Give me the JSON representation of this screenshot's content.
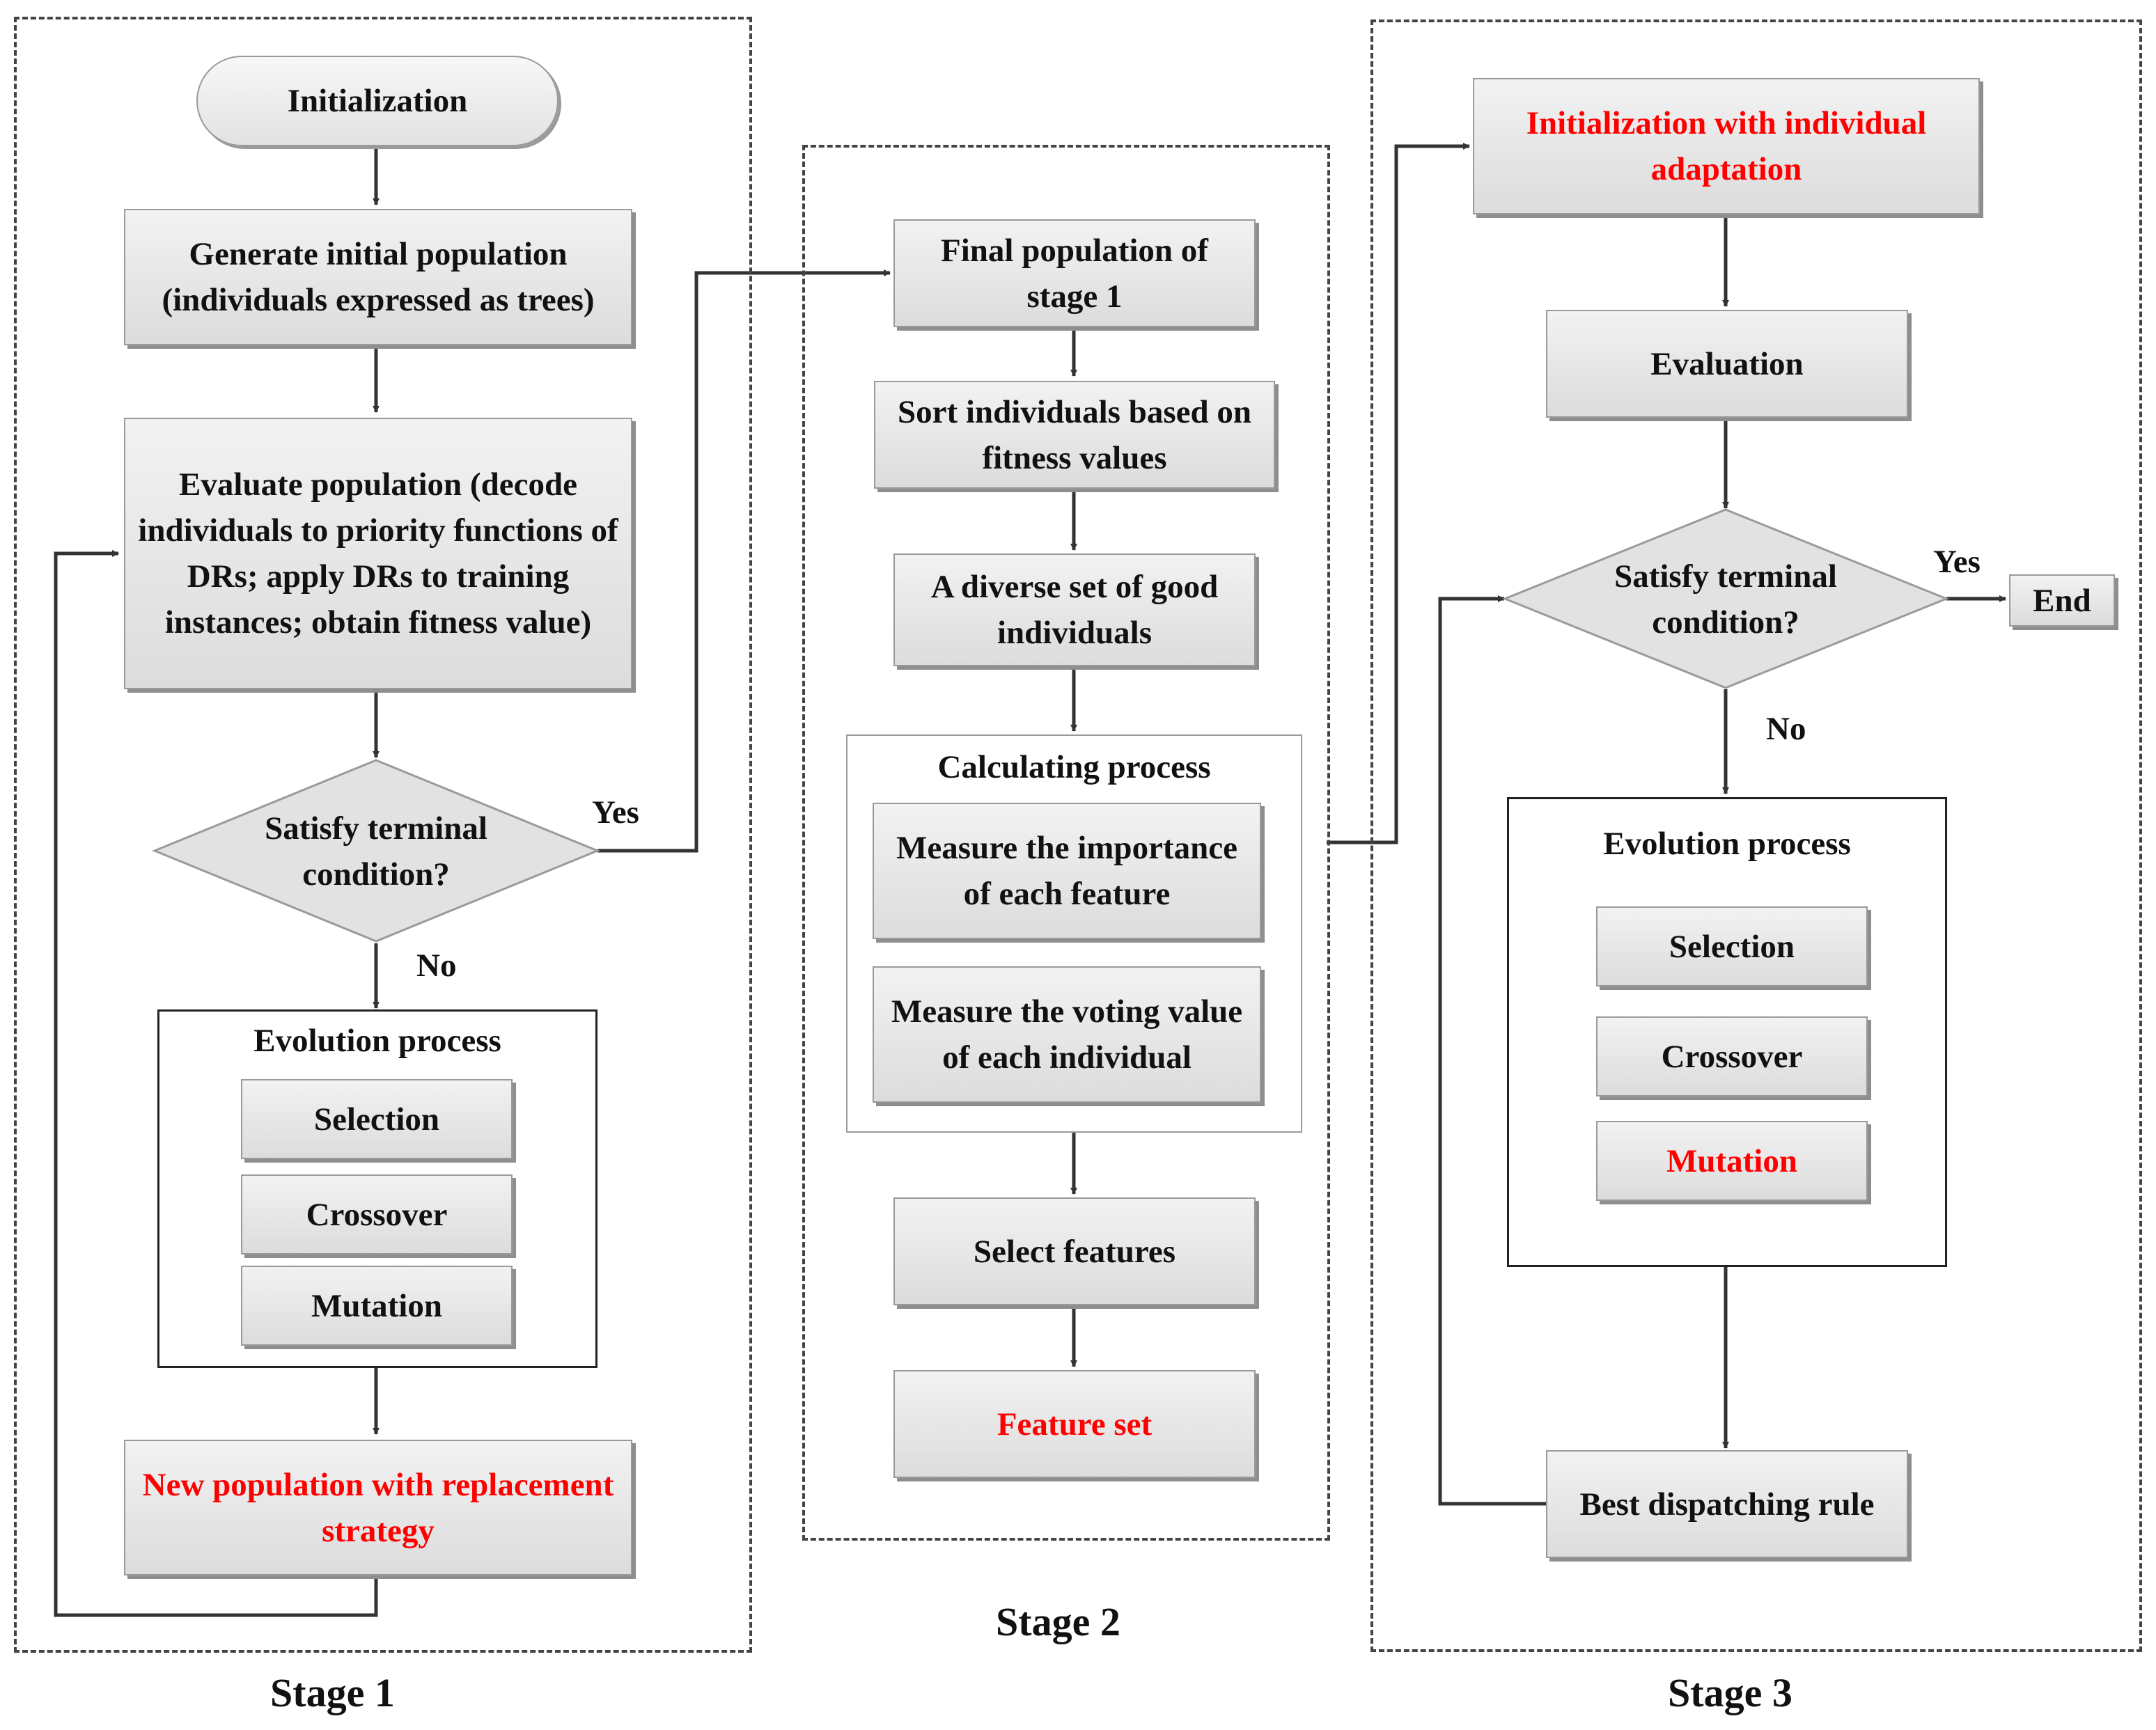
{
  "stages": {
    "stage1": {
      "label": "Stage 1",
      "start": "Initialization",
      "generate": "Generate initial population (individuals expressed as trees)",
      "evaluate": "Evaluate population (decode individuals to priority functions of DRs; apply DRs to training instances; obtain fitness value)",
      "decision": "Satisfy terminal condition?",
      "yes": "Yes",
      "no": "No",
      "evolution": {
        "title": "Evolution process",
        "selection": "Selection",
        "crossover": "Crossover",
        "mutation": "Mutation"
      },
      "new_population": "New population with replacement strategy"
    },
    "stage2": {
      "label": "Stage 2",
      "final_population": "Final population of stage 1",
      "sort": "Sort individuals based on fitness values",
      "diverse": "A diverse set of good individuals",
      "calculating": {
        "title": "Calculating process",
        "importance": "Measure the importance of each feature",
        "voting": "Measure the voting value of each individual"
      },
      "select_features": "Select features",
      "feature_set": "Feature set"
    },
    "stage3": {
      "label": "Stage 3",
      "init_adapt": "Initialization with individual adaptation",
      "evaluation": "Evaluation",
      "decision": "Satisfy terminal condition?",
      "yes": "Yes",
      "no": "No",
      "end": "End",
      "evolution": {
        "title": "Evolution process",
        "selection": "Selection",
        "crossover": "Crossover",
        "mutation": "Mutation"
      },
      "best_rule": "Best dispatching rule"
    }
  },
  "colors": {
    "highlight": "#ff0000",
    "line": "#333333",
    "box_fill": "#e6e6e6"
  }
}
